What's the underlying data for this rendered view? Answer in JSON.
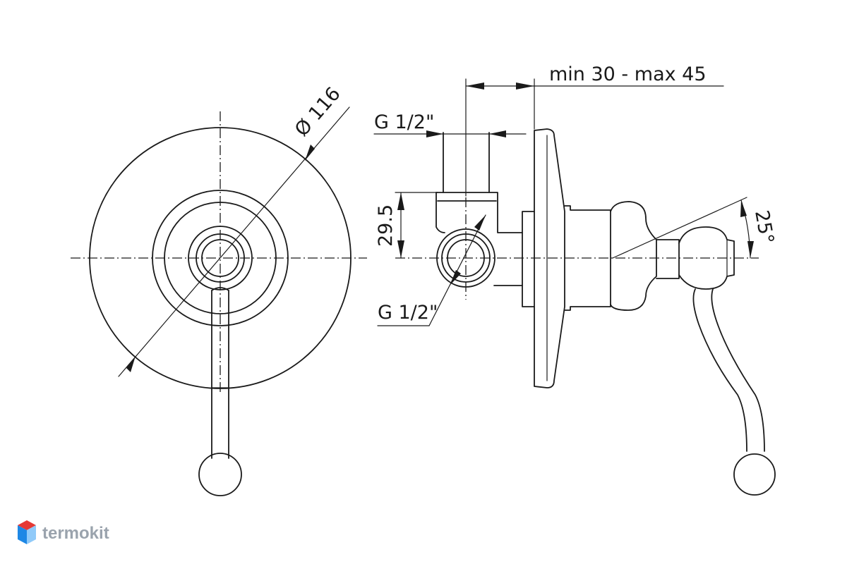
{
  "dimensions": {
    "diameter": "Ø 116",
    "connection_top": "G 1/2\"",
    "connection_side": "G 1/2\"",
    "height": "29.5",
    "depth_range": "min 30 - max 45",
    "angle": "25°"
  },
  "brand": {
    "name": "termokit",
    "logo_colors": [
      "#e53935",
      "#1e88e5",
      "#90caf9"
    ]
  }
}
